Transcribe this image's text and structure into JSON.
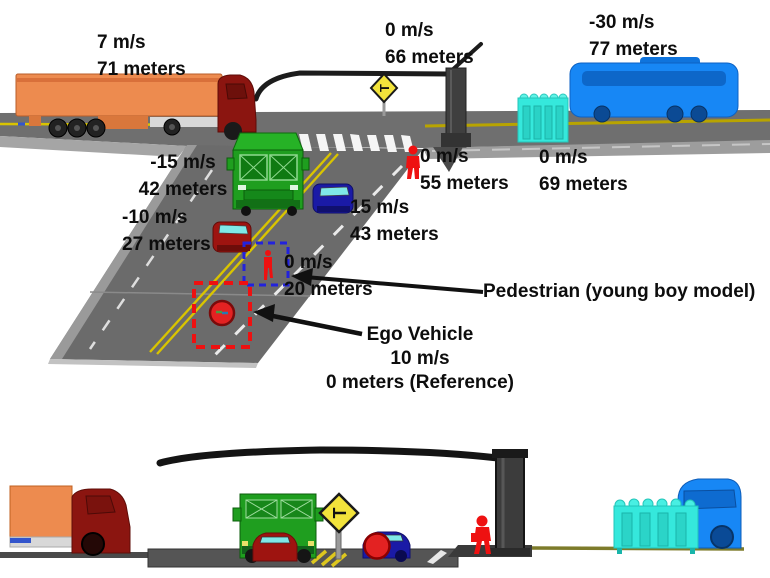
{
  "colors": {
    "road_gray": "#6f6f6f",
    "diag_road_gray": "#6b6b6b",
    "sidewalk_gray": "#a5a5a5",
    "lane_yellow": "#d9c400",
    "truck_orange": "#ED8B4F",
    "cab_red": "#8B1510",
    "bus_blue": "#1787F5",
    "shelter_cyan": "#35E8DC",
    "truck_green": "#1F9E1F",
    "car_navy": "#1A1AA6",
    "car_red": "#9E1410",
    "pedestrian_red": "#EE1111",
    "ego_red": "#E32222",
    "sign_yellow": "#F2E33B",
    "box_blue": "#2222DD",
    "box_red": "#EE1111"
  },
  "labels": {
    "orange_truck": {
      "speed": "7 m/s",
      "distance": "71 meters"
    },
    "overhead_sign": {
      "speed": "0 m/s",
      "distance": "66 meters"
    },
    "blue_bus": {
      "speed": "-30 m/s",
      "distance": "77 meters"
    },
    "green_truck": {
      "speed": "-15 m/s",
      "distance": "42 meters"
    },
    "red_car": {
      "speed": "-10 m/s",
      "distance": "27 meters"
    },
    "blue_car": {
      "speed": "15 m/s",
      "distance": "43 meters"
    },
    "crossing_pedestrian": {
      "speed": "0 m/s",
      "distance": "55 meters"
    },
    "bus_shelter": {
      "speed": "0 m/s",
      "distance": "69 meters"
    },
    "boy_pedestrian": {
      "speed": "0 m/s",
      "distance": "20 meters"
    }
  },
  "callouts": {
    "pedestrian": "Pedestrian (young boy model)",
    "ego_title": "Ego Vehicle",
    "ego_speed": "10 m/s",
    "ego_reference": "0 meters (Reference)"
  },
  "sign_glyph": "T"
}
